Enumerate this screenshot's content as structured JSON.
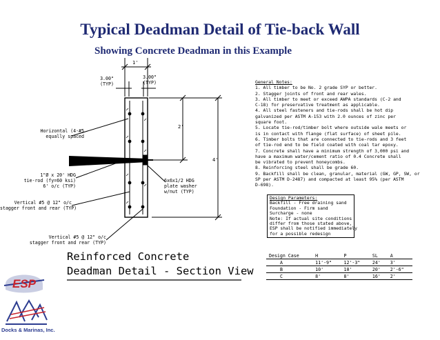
{
  "header": {
    "title": "Typical Deadman Detail of Tie-back Wall",
    "subtitle": "Showing Concrete Deadman in this Example"
  },
  "drawing": {
    "dims": {
      "top_width": "1'",
      "left_spacing": "3.00\"",
      "left_spacing_typ": "(TYP)",
      "right_spacing": "3.00\"",
      "right_spacing_typ": "(TYP)",
      "mid_height": "2'",
      "total_height": "4'"
    },
    "labels": {
      "horizontal_1": "Horizontal (4-#5",
      "horizontal_2": "equally spaced",
      "tierod_1": "1\"Ø x 20' HDG",
      "tierod_2": "tie-rod (fy=60 ksi)",
      "tierod_3": "6' o/c (TYP)",
      "plate_1": "6x6x1/2 HDG",
      "plate_2": "plate washer",
      "plate_3": "w/nut (TYP)",
      "vertical_a1": "Vertical #5 @ 12\" o/c",
      "vertical_a2": "stagger front and rear (TYP)",
      "vertical_b1": "Vertical #5 @ 12\" o/c",
      "vertical_b2": "stagger front and rear (TYP)"
    },
    "caption_line1": "Reinforced Concrete",
    "caption_line2": "Deadman Detail - Section View"
  },
  "general_notes": {
    "heading": "General Notes:",
    "lines": [
      "1. All timber to be No. 2 grade SYP or better.",
      "2. Stagger joints of front and rear wales.",
      "3. All timber to meet or exceed AWPA standards (C-2 and",
      "C-18) for preservative treatment as applicable.",
      "4. All steel fasteners and tie-rods shall be hot dip",
      "galvanized per ASTM A-153 with 2.0 ounces of zinc per",
      "square foot.",
      "5. Locate tie-rod/timber bolt where outside wale meets or",
      "is in contact with flange (flat surface) of sheet pile.",
      "6. Timber bolts that are connected to tie-rods and 3 feet",
      "of tie-rod end to be field coated with coal tar epoxy.",
      "7. Concrete shall have a minimum strength of 3,000 psi and",
      "have a maximum water/cement ratio of 0.4 Concrete shall",
      "be vibrated to prevent honeycombs.",
      "8. Reinforcing steel shall be grade 60.",
      "9. Backfill shall be clean, granular, material (GW, GP, SW, or",
      "SP per ASTM D-2487) and compacted at least 95% (per ASTM",
      "D-698)."
    ]
  },
  "design_parameters": {
    "heading": "Design Parameters:",
    "lines": [
      "Backfill - Free draining sand",
      "Foundation - Firm sand",
      "Surcharge - none",
      "Note: If actual site conditions",
      "differ from those stated above,",
      "ESP shall be notified immediately",
      "for a possible redesign"
    ]
  },
  "design_cases": {
    "headers": [
      "Design Case",
      "H",
      "P",
      "SL",
      "A"
    ],
    "rows": [
      [
        "A",
        "11'-9\"",
        "12'-3\"",
        "24'",
        "3'"
      ],
      [
        "B",
        "10'",
        "10'",
        "20'",
        "2'-6\""
      ],
      [
        "C",
        "8'",
        "8'",
        "16'",
        "2'"
      ]
    ]
  },
  "logos": {
    "esp": "ESP",
    "company": "Docks & Marinas, Inc."
  },
  "colors": {
    "title": "#1f2a73",
    "esp_red": "#c8232c",
    "logo_blue": "#2b3b8f"
  }
}
